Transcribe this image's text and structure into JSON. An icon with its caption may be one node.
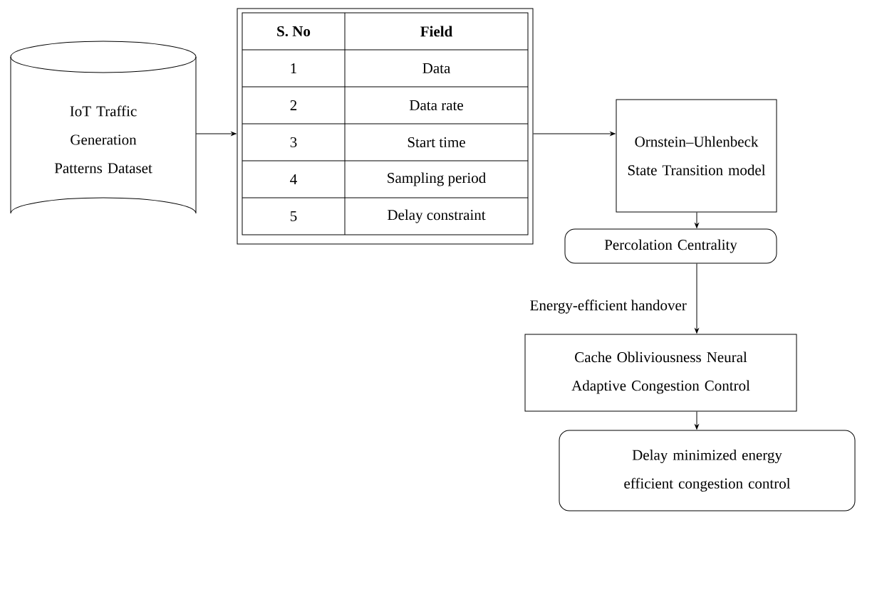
{
  "diagram": {
    "nodes": [
      {
        "text": [
          "IoT Traffic Generation Patterns Dataset"
        ]
      },
      {
        "text": [],
        "shape": "box"
      },
      {
        "text": [
          "Ornstein–Uhlenbeck State Transition model"
        ]
      },
      {
        "text": [
          "Percolation Centrality"
        ]
      },
      {
        "text": [
          "Cache Obliviousness Neural Adaptive Congestion Control"
        ]
      },
      {
        "text": [
          "Delay minimized energy efficient congestion control"
        ]
      }
    ],
    "edges": [
      {
        "from": 0,
        "to": 1,
        "arrow": "to"
      },
      {
        "from": 1,
        "to": 2,
        "arrow": "to"
      },
      {
        "from": 2,
        "to": 3,
        "arrow": "to"
      },
      {
        "from": 3,
        "to": 4,
        "arrow": "to",
        "label": "Energy-efficient handover"
      },
      {
        "from": 4,
        "to": 5,
        "arrow": "to"
      }
    ],
    "labels": [
      "S. No",
      "Field",
      "1",
      "Data",
      "2",
      "Data rate",
      "3",
      "Start time",
      "4",
      "Sampling period",
      "5",
      "Delay constraint"
    ]
  }
}
